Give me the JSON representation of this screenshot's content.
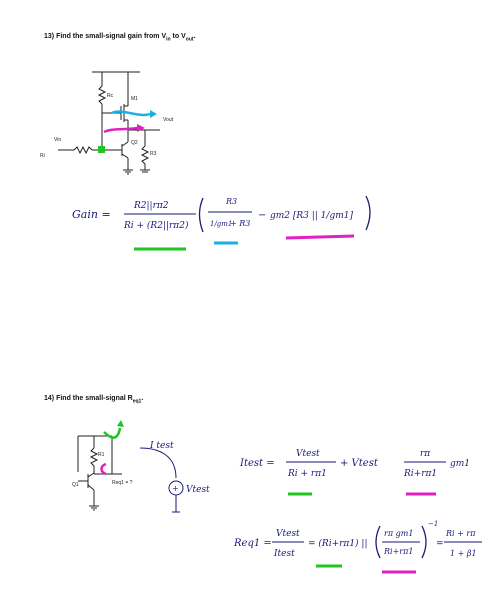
{
  "problem13": {
    "number": "13)",
    "text": "Find the small-signal gain from V",
    "sub_in": "in",
    "mid": " to V",
    "sub_out": "out",
    "end": ".",
    "labels": {
      "vin": "Vin",
      "ri": "Ri",
      "rc": "Rc",
      "m1": "M1",
      "vout": "Vout",
      "q2": "Q2",
      "r3": "R3"
    },
    "gain_label": "Gain =",
    "frac1_num": "R2||rπ2",
    "frac1_den": "Ri + (R2||rπ2)",
    "frac2_num": "R3",
    "frac2_den_a": "1/gm1",
    "frac2_den_b": "+ R3",
    "bracket_term": "gm2 [R3 || 1/gm1]",
    "minus": "−"
  },
  "problem14": {
    "number": "14)",
    "text": "Find the small-signal R",
    "sub": "eq1",
    "end": ".",
    "labels": {
      "r1": "R1",
      "q1": "Q1",
      "req": "Req1 = ?",
      "itest": "I test",
      "vtest": "Vtest"
    },
    "eq1_lhs": "Itest =",
    "eq1_t1_num": "Vtest",
    "eq1_t1_den": "Ri + rπ1",
    "eq1_plus": "+ Vtest",
    "eq1_t2_num": "rπ",
    "eq1_t2_den": "Ri+rπ1",
    "eq1_gm": "gm1",
    "eq2_lhs": "Req1 =",
    "eq2_frac_num": "Vtest",
    "eq2_frac_den": "Itest",
    "eq2_eq": "= (Ri+rπ1) ||",
    "eq2_inner_num": "rπ gm1",
    "eq2_inner_den": "Ri+rπ1",
    "eq2_exp": "−1",
    "eq2_final_num": "Ri + rπ",
    "eq2_final_den": "1 + β1"
  },
  "colors": {
    "ink": "#1a1a7a",
    "green": "#22c422",
    "cyan": "#1ab0e0",
    "magenta": "#e020c0"
  }
}
